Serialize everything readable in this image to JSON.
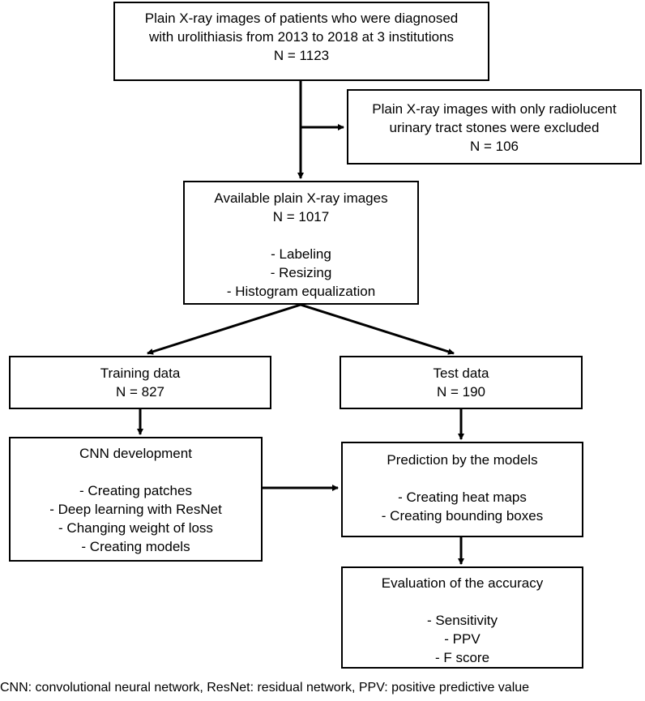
{
  "flow": {
    "source": {
      "lines": [
        "Plain X-ray images of patients who were diagnosed",
        "with urolithiasis from 2013 to 2018 at 3 institutions",
        "N = 1123"
      ]
    },
    "excluded": {
      "lines": [
        "Plain X-ray images with only radiolucent",
        "urinary tract stones were excluded",
        "N = 106"
      ]
    },
    "available": {
      "title": "Available plain X-ray images",
      "n": "N = 1017",
      "steps": [
        "- Labeling",
        "- Resizing",
        "- Histogram equalization"
      ]
    },
    "training": {
      "title": "Training data",
      "n": "N = 827"
    },
    "test": {
      "title": "Test data",
      "n": "N = 190"
    },
    "cnn": {
      "title": "CNN development",
      "steps": [
        "- Creating patches",
        "- Deep learning with ResNet",
        "- Changing weight of loss",
        "- Creating models"
      ]
    },
    "prediction": {
      "title": "Prediction by the models",
      "steps": [
        "- Creating heat maps",
        "- Creating bounding boxes"
      ]
    },
    "evaluation": {
      "title": "Evaluation of the accuracy",
      "steps": [
        "- Sensitivity",
        "- PPV",
        "- F score"
      ]
    }
  },
  "footnote": "CNN: convolutional neural network, ResNet: residual network, PPV: positive predictive value"
}
